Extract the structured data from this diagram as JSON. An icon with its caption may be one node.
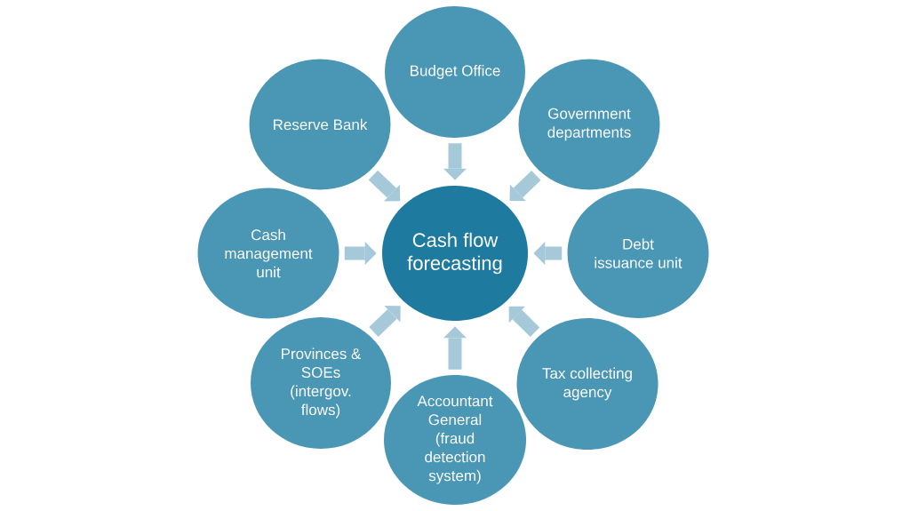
{
  "diagram": {
    "nodes": [
      {
        "text": [
          "Budget Office"
        ]
      },
      {
        "text": [
          "Reserve Bank"
        ]
      },
      {
        "text": [
          "Government departments"
        ]
      },
      {
        "text": [
          "Cash management unit"
        ]
      },
      {
        "text": [
          "Cash flow forecasting"
        ]
      },
      {
        "text": [
          "Debt issuance unit"
        ]
      },
      {
        "text": [
          "Provinces & SOEs (intergov. flows)"
        ]
      },
      {
        "text": [
          "Tax collecting agency"
        ]
      },
      {
        "text": [
          "Accountant General (fraud detection system)"
        ]
      }
    ],
    "edges": [
      {
        "from": 0,
        "to": 4,
        "arrow": "to"
      },
      {
        "from": 1,
        "to": 4,
        "arrow": "to"
      },
      {
        "from": 2,
        "to": 4,
        "arrow": "to"
      },
      {
        "from": 3,
        "to": 4,
        "arrow": "to"
      },
      {
        "from": 5,
        "to": 4,
        "arrow": "to"
      },
      {
        "from": 6,
        "to": 4,
        "arrow": "to"
      },
      {
        "from": 7,
        "to": 4,
        "arrow": "to"
      },
      {
        "from": 8,
        "to": 4,
        "arrow": "to"
      }
    ]
  }
}
